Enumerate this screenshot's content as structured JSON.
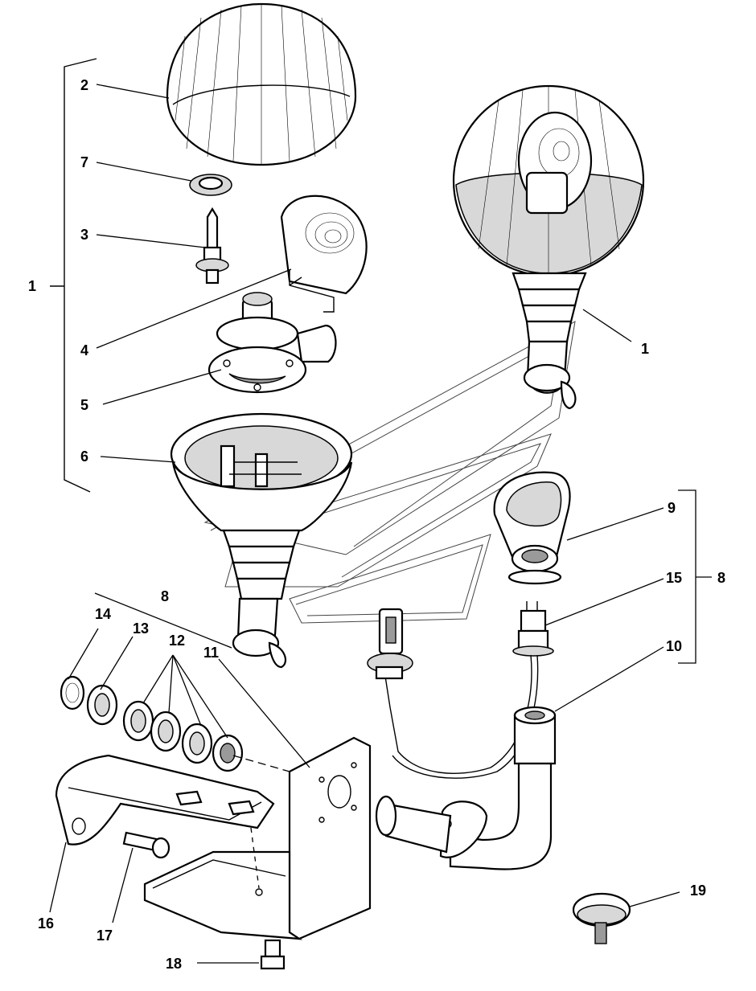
{
  "diagram": {
    "labels": {
      "item_1_bracket": "1",
      "item_1_assembled": "1",
      "item_2": "2",
      "item_3": "3",
      "item_4": "4",
      "item_5": "5",
      "item_6": "6",
      "item_7": "7",
      "item_8_upper": "8",
      "item_8_right": "8",
      "item_9": "9",
      "item_10": "10",
      "item_11": "11",
      "item_12": "12",
      "item_13": "13",
      "item_14": "14",
      "item_15": "15",
      "item_16": "16",
      "item_17": "17",
      "item_18": "18",
      "item_19": "19"
    },
    "icons": {
      "watermark": "company-logo-watermark"
    }
  }
}
